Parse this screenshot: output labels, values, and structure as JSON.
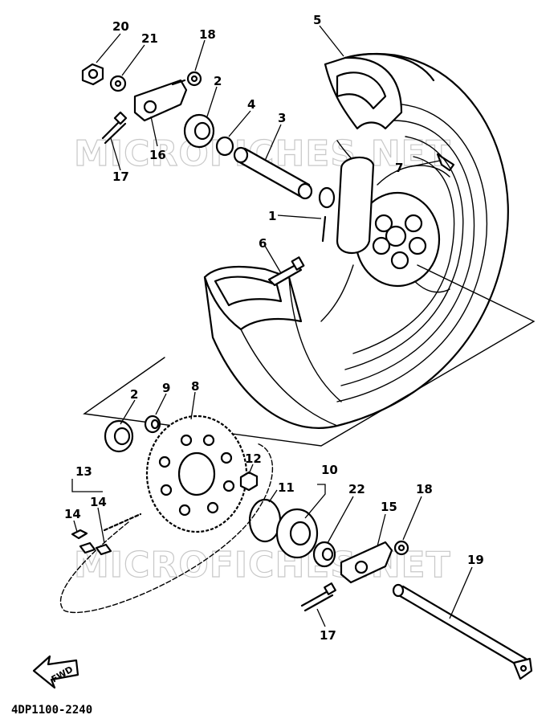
{
  "diagram": {
    "watermarks": [
      "MICROFICHES.NET",
      "MICROFICHES.NET"
    ],
    "drawing_code": "4DP1100-2240",
    "fwd_label": "FWD",
    "callouts": [
      {
        "id": "c20",
        "text": "20"
      },
      {
        "id": "c21",
        "text": "21"
      },
      {
        "id": "c18a",
        "text": "18"
      },
      {
        "id": "c2a",
        "text": "2"
      },
      {
        "id": "c4",
        "text": "4"
      },
      {
        "id": "c3",
        "text": "3"
      },
      {
        "id": "c5",
        "text": "5"
      },
      {
        "id": "c16",
        "text": "16"
      },
      {
        "id": "c17a",
        "text": "17"
      },
      {
        "id": "c7",
        "text": "7"
      },
      {
        "id": "c1",
        "text": "1"
      },
      {
        "id": "c6",
        "text": "6"
      },
      {
        "id": "c2b",
        "text": "2"
      },
      {
        "id": "c9",
        "text": "9"
      },
      {
        "id": "c8",
        "text": "8"
      },
      {
        "id": "c12",
        "text": "12"
      },
      {
        "id": "c13",
        "text": "13"
      },
      {
        "id": "c14a",
        "text": "14"
      },
      {
        "id": "c14b",
        "text": "14"
      },
      {
        "id": "c10",
        "text": "10"
      },
      {
        "id": "c11",
        "text": "11"
      },
      {
        "id": "c22",
        "text": "22"
      },
      {
        "id": "c15",
        "text": "15"
      },
      {
        "id": "c18b",
        "text": "18"
      },
      {
        "id": "c19",
        "text": "19"
      },
      {
        "id": "c17b",
        "text": "17"
      }
    ]
  }
}
